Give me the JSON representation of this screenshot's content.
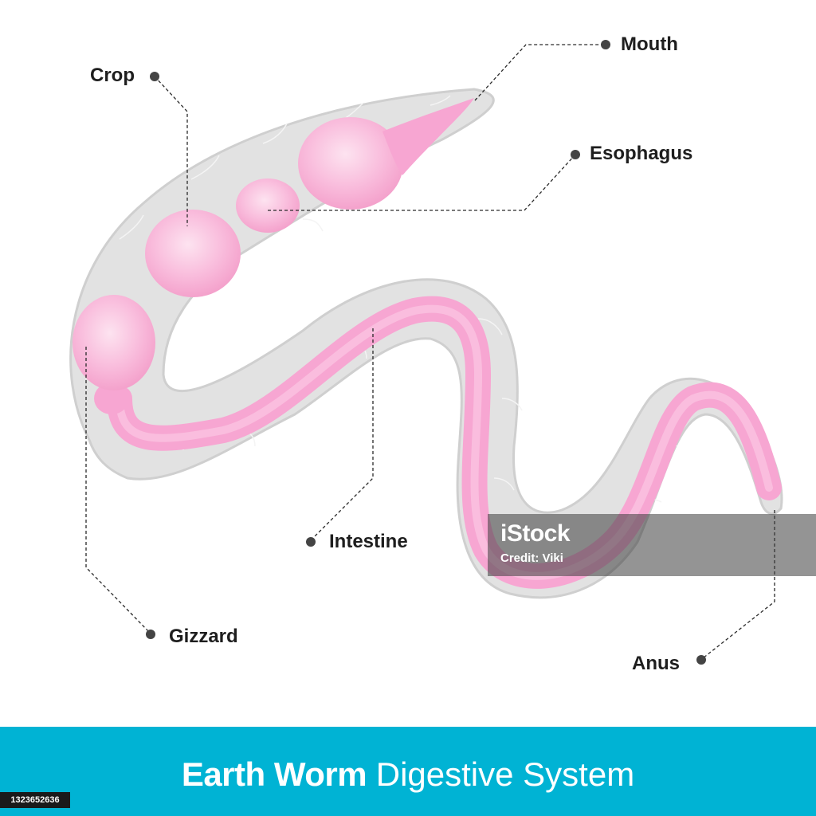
{
  "diagram": {
    "labels": {
      "mouth": "Mouth",
      "crop": "Crop",
      "esophagus": "Esophagus",
      "intestine": "Intestine",
      "gizzard": "Gizzard",
      "anus": "Anus"
    },
    "colors": {
      "body": "#e2e2e2",
      "body_outline": "#cfcfcf",
      "gut": "#f7a6d2",
      "gut_highlight": "#fdd6ea",
      "leader": "#2a2a2a"
    }
  },
  "watermark": {
    "logo": "iStock",
    "credit": "Credit: Viki"
  },
  "title": {
    "bold": "Earth Worm",
    "light": "Digestive System",
    "band_color": "#00b3d4"
  },
  "stock_id": "1323652636"
}
